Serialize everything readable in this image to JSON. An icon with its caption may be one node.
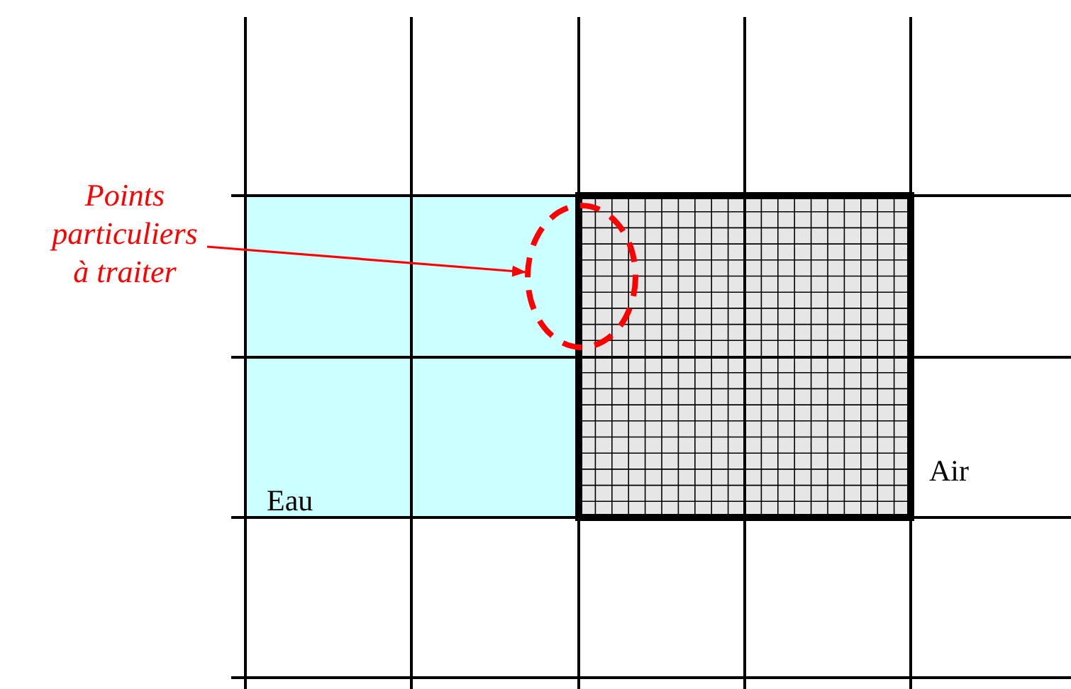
{
  "diagram": {
    "nodes": [
      {
        "text": [
          "Points particuliers à traiter"
        ]
      },
      {
        "text": [],
        "shape": "ellipse"
      }
    ],
    "edges": [
      {
        "from": 0,
        "to": 1,
        "arrow": "to"
      }
    ],
    "labels": [
      "Air",
      "Eau"
    ]
  }
}
